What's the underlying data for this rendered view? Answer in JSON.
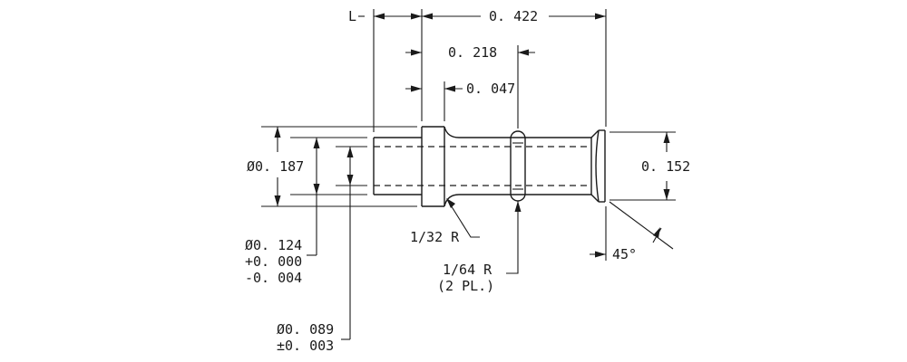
{
  "labels": {
    "length_symbol": "L",
    "overall_length": "0. 422",
    "groove_position": "0. 218",
    "head_width": "0. 047",
    "head_diameter": "Ø0. 187",
    "body_diameter": "0. 152",
    "bore_diameter": "Ø0. 124",
    "bore_tol_plus": "+0. 000",
    "bore_tol_minus": "-0. 004",
    "pin_diameter": "Ø0. 089",
    "pin_tol": "±0. 003",
    "fillet_radius": "1/32 R",
    "groove_radius": "1/64 R",
    "groove_count": "(2 PL.)",
    "chamfer_angle": "45°"
  }
}
